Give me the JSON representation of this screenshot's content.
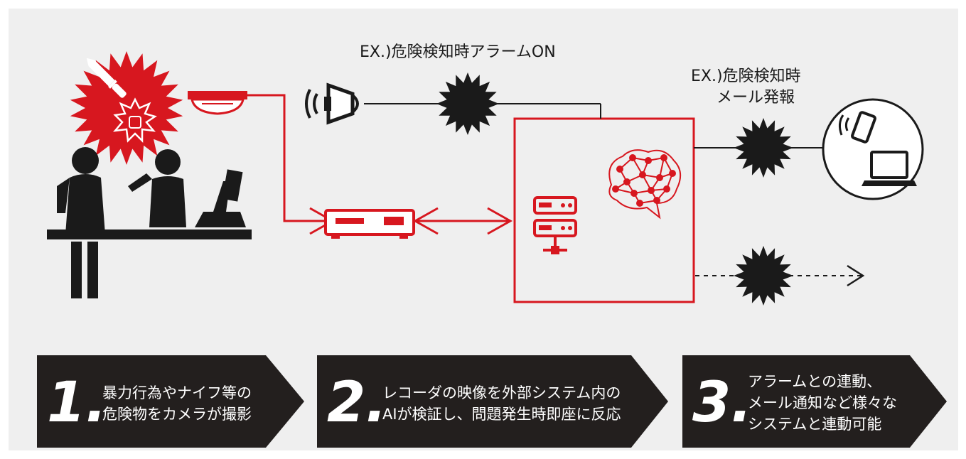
{
  "labels": {
    "alarm": "EX.)危険検知時アラームON",
    "mail_line1": "EX.)危険検知時",
    "mail_line2": "メール発報"
  },
  "steps": [
    {
      "number": "1.",
      "line1": "暴力行為やナイフ等の",
      "line2": "危険物をカメラが撮影",
      "line3": ""
    },
    {
      "number": "2.",
      "line1": "レコーダの映像を外部システム内の",
      "line2": "AIが検証し、問題発生時即座に反応",
      "line3": ""
    },
    {
      "number": "3.",
      "line1": "アラームとの連動、",
      "line2": "メール通知など様々な",
      "line3": "システムと連動可能"
    }
  ],
  "colors": {
    "accent_red": "#d7171f",
    "dark": "#1a1a1a",
    "background": "#efefef",
    "panel": "#231f1e"
  },
  "icons": [
    "knife-icon",
    "fist-icon",
    "camera-icon",
    "speaker-icon",
    "recorder-icon",
    "server-icon",
    "ai-brain-icon",
    "smartphone-icon",
    "laptop-icon"
  ]
}
